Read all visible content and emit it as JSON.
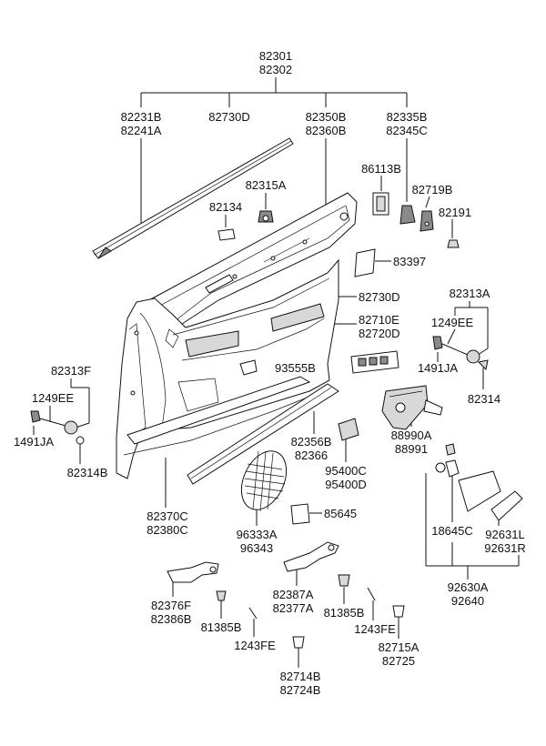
{
  "labels": {
    "l82301": "82301",
    "l82302": "82302",
    "l82231B": "82231B",
    "l82241A": "82241A",
    "l82730D_top": "82730D",
    "l82350B": "82350B",
    "l82360B": "82360B",
    "l82335B": "82335B",
    "l82345C": "82345C",
    "l86113B": "86113B",
    "l82315A": "82315A",
    "l82719B": "82719B",
    "l82134": "82134",
    "l82191": "82191",
    "l83397": "83397",
    "l82313A": "82313A",
    "l82730D_mid": "82730D",
    "l82710E": "82710E",
    "l82720D": "82720D",
    "l1249EE_r": "1249EE",
    "l82313F": "82313F",
    "l93555B": "93555B",
    "l1491JA_r": "1491JA",
    "l1249EE_l": "1249EE",
    "l82314": "82314",
    "l1491JA_l": "1491JA",
    "l88990A": "88990A",
    "l88991": "88991",
    "l82356B": "82356B",
    "l82366": "82366",
    "l82314B": "82314B",
    "l95400C": "95400C",
    "l95400D": "95400D",
    "l82370C": "82370C",
    "l82380C": "82380C",
    "l96333A": "96333A",
    "l96343": "96343",
    "l85645": "85645",
    "l18645C": "18645C",
    "l92631L": "92631L",
    "l92631R": "92631R",
    "l82376F": "82376F",
    "l82386B": "82386B",
    "l82387A": "82387A",
    "l82377A": "82377A",
    "l92630A": "92630A",
    "l92640": "92640",
    "l81385B_l": "81385B",
    "l81385B_r": "81385B",
    "l1243FE_l": "1243FE",
    "l1243FE_r": "1243FE",
    "l82715A": "82715A",
    "l82725": "82725",
    "l82714B": "82714B",
    "l82724B": "82724B"
  }
}
